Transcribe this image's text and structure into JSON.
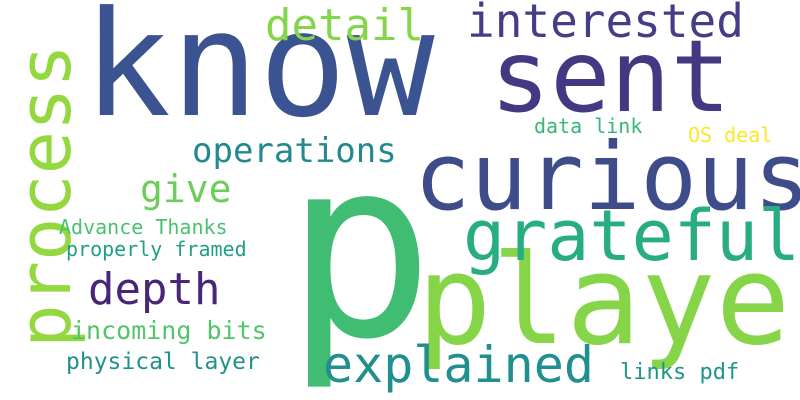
{
  "words": {
    "p": {
      "text": "p",
      "color": "#40bd73"
    },
    "know": {
      "text": "know",
      "color": "#3b5390"
    },
    "player": {
      "text": "player",
      "color": "#86d549"
    },
    "curious": {
      "text": "curious",
      "color": "#3e4c8a"
    },
    "sent": {
      "text": "sent",
      "color": "#453781"
    },
    "process": {
      "text": "process",
      "color": "#94d840"
    },
    "grateful": {
      "text": "grateful",
      "color": "#27ad81"
    },
    "interested": {
      "text": "interested",
      "color": "#433e85"
    },
    "detail": {
      "text": "detail",
      "color": "#85d54a"
    },
    "explained": {
      "text": "explained",
      "color": "#218f8d"
    },
    "depth": {
      "text": "depth",
      "color": "#482576"
    },
    "operations": {
      "text": "operations",
      "color": "#23898e"
    },
    "give": {
      "text": "give",
      "color": "#6ccd5a"
    },
    "advance_thanks": {
      "text": "Advance Thanks",
      "color": "#4ac16d"
    },
    "properly_framed": {
      "text": "properly framed",
      "color": "#1f9f88"
    },
    "incoming_bits": {
      "text": "incoming bits",
      "color": "#52c569"
    },
    "physical_layer": {
      "text": "physical layer",
      "color": "#21918c"
    },
    "data_link": {
      "text": "data link",
      "color": "#35b779"
    },
    "os_deal": {
      "text": "OS deal",
      "color": "#fde725"
    },
    "links_pdf": {
      "text": "links pdf",
      "color": "#1f968b"
    }
  }
}
